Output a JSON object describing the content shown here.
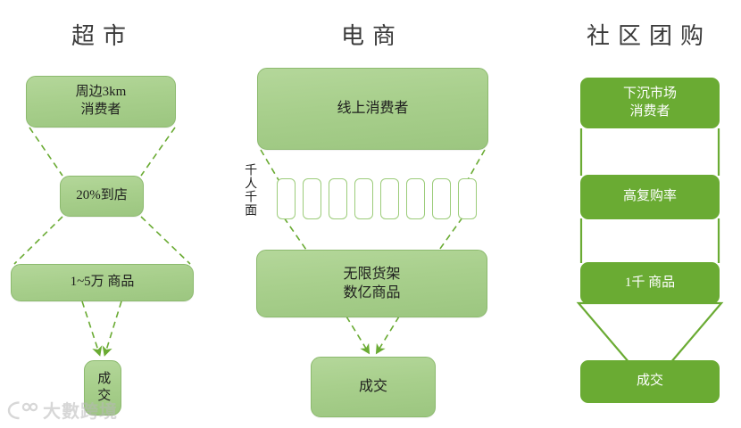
{
  "diagram": {
    "title_columns": [
      {
        "id": "supermarket",
        "label": "超市"
      },
      {
        "id": "ecommerce",
        "label": "电商"
      },
      {
        "id": "community-group-buy",
        "label": "社区团购"
      }
    ],
    "colors": {
      "pale_green_fill": "#a9d18e",
      "pale_green_border": "#8cba6e",
      "solid_green": "#6aab33",
      "connector_green": "#6aab33",
      "dashed_green": "#70ad47",
      "cell_border": "#9ccc7a",
      "title_text": "#3a3a3a",
      "background": "#ffffff"
    },
    "columns": {
      "supermarket": {
        "title": "超市",
        "nodes": [
          {
            "id": "sm-audience",
            "label": "周边3km\n消费者",
            "style": "pale"
          },
          {
            "id": "sm-visit-rate",
            "label": "20%到店",
            "style": "pale"
          },
          {
            "id": "sm-skus",
            "label": "1~5万 商品",
            "style": "pale"
          },
          {
            "id": "sm-deal",
            "label": "成交",
            "style": "pale",
            "orientation": "vertical"
          }
        ],
        "connector_style": "dashed-funnel"
      },
      "ecommerce": {
        "title": "电商",
        "side_label": "千人千面",
        "personalization_cell_count": 8,
        "nodes": [
          {
            "id": "ec-audience",
            "label": "线上消费者",
            "style": "pale"
          },
          {
            "id": "ec-skus",
            "label": "无限货架\n数亿商品",
            "style": "pale"
          },
          {
            "id": "ec-deal",
            "label": "成交",
            "style": "pale"
          }
        ],
        "connector_style": "dashed-funnel"
      },
      "community-group-buy": {
        "title": "社区团购",
        "nodes": [
          {
            "id": "cgb-audience",
            "label": "下沉市场\n消费者",
            "style": "solid"
          },
          {
            "id": "cgb-repurchase",
            "label": "高复购率",
            "style": "solid"
          },
          {
            "id": "cgb-skus",
            "label": "1千 商品",
            "style": "solid"
          },
          {
            "id": "cgb-deal",
            "label": "成交",
            "style": "solid"
          }
        ],
        "connector_style": "solid-tube-with-arrow"
      }
    },
    "watermark": {
      "text": "大數跨境",
      "mark": "logo-icon"
    }
  }
}
